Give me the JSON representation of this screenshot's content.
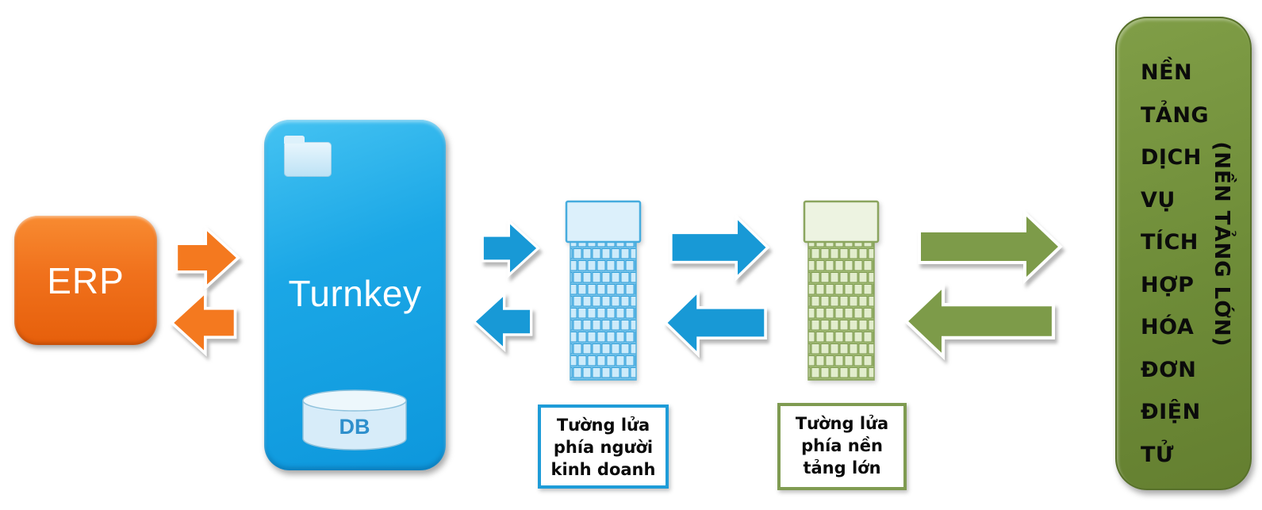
{
  "erp": {
    "label": "ERP"
  },
  "turnkey": {
    "label": "Turnkey",
    "db_label": "DB",
    "folder_icon": "folder-icon"
  },
  "firewall_business": {
    "label_lines": [
      "Tường lửa",
      "phía người",
      "kinh doanh"
    ]
  },
  "firewall_platform": {
    "label_lines": [
      "Tường lửa",
      "phía nền",
      "tảng lớn"
    ]
  },
  "platform": {
    "words": [
      "NỀN",
      "TẢNG",
      "DỊCH",
      "VỤ",
      "TÍCH",
      "HỢP",
      "HÓA",
      "ĐƠN",
      "ĐIỆN",
      "TỬ"
    ],
    "side_label": "(NỀN TẢNG LỚN)"
  },
  "arrows": {
    "erp_turnkey": "bidirectional-orange",
    "turnkey_firewall": "bidirectional-blue",
    "firewall_firewall": "bidirectional-blue",
    "firewall_platform": "bidirectional-green"
  },
  "colors": {
    "erp_orange": "#F0711C",
    "arrow_orange": "#F4791F",
    "turnkey_blue": "#1BA7E6",
    "arrow_blue": "#1899D6",
    "firewall_blue_brick": "#CDEBFA",
    "firewall_blue_line": "#2E9FD9",
    "firewall_green_brick": "#DEEAC8",
    "firewall_green_line": "#7D9A4E",
    "arrow_green": "#7D9B49",
    "platform_olive": "#6E8C38",
    "label_border_blue": "#1E9CD8",
    "label_border_green": "#7F9B51"
  }
}
